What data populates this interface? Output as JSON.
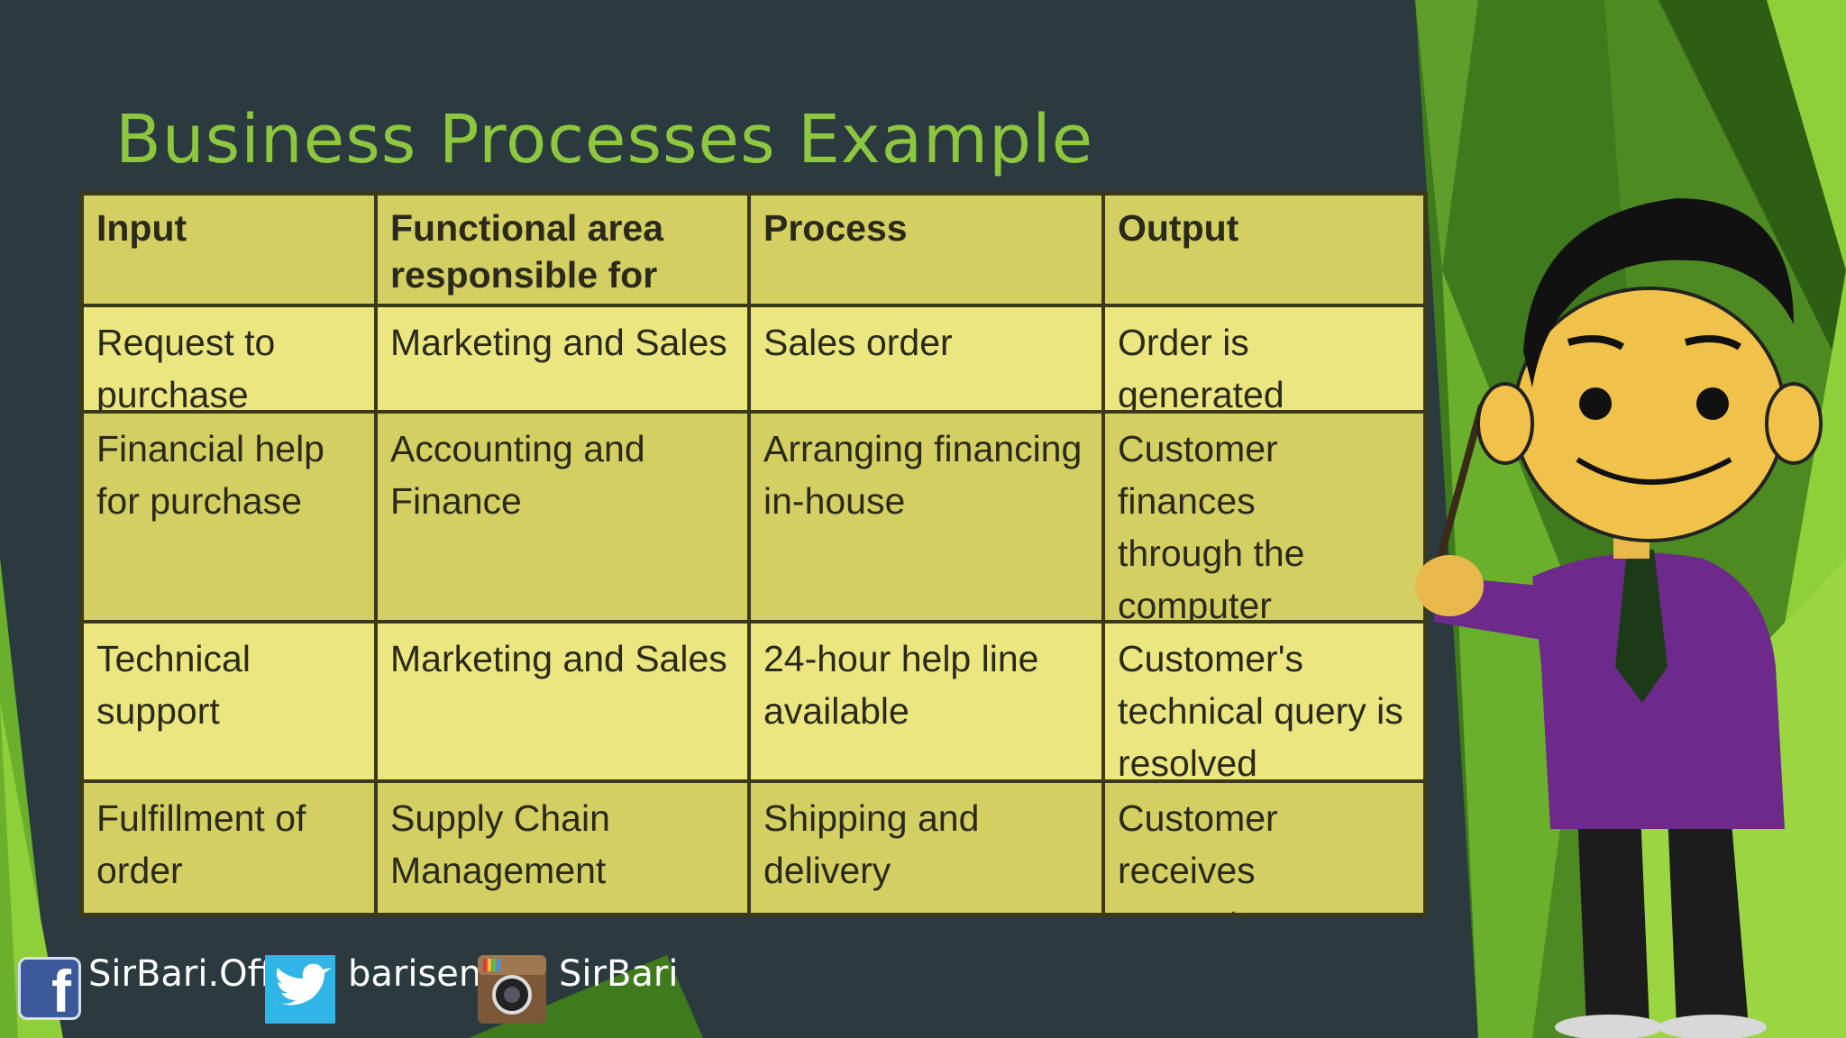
{
  "slide": {
    "title": "Business Processes Example"
  },
  "table": {
    "headers": [
      "Input",
      "Functional area\nresponsible for input",
      "Process",
      "Output"
    ],
    "rows": [
      [
        "Request to\npurchase computer",
        "Marketing and Sales",
        "Sales order",
        "Order is generated"
      ],
      [
        "Financial help\nfor purchase",
        "Accounting and Finance",
        "Arranging financing\nin-house",
        "Customer finances\nthrough the\ncomputer company"
      ],
      [
        "Technical support",
        "Marketing and Sales",
        "24-hour help line\navailable",
        "Customer's\ntechnical query is\nresolved"
      ],
      [
        "Fulfillment of order",
        "Supply Chain\nManagement",
        "Shipping and delivery",
        "Customer receives\ncomputer"
      ]
    ]
  },
  "social": {
    "facebook": "SirBari.Offi",
    "twitter": "barisens",
    "instagram": "SirBari",
    "facebook_icon": "facebook-icon",
    "twitter_icon": "twitter-bird-icon",
    "instagram_icon": "instagram-camera-icon"
  },
  "colors": {
    "background": "#2b3a3f",
    "title": "#8dc63f",
    "accent_green": "#7ab82f",
    "table_fill": "#ebe680",
    "table_border": "#3a3a1a"
  }
}
